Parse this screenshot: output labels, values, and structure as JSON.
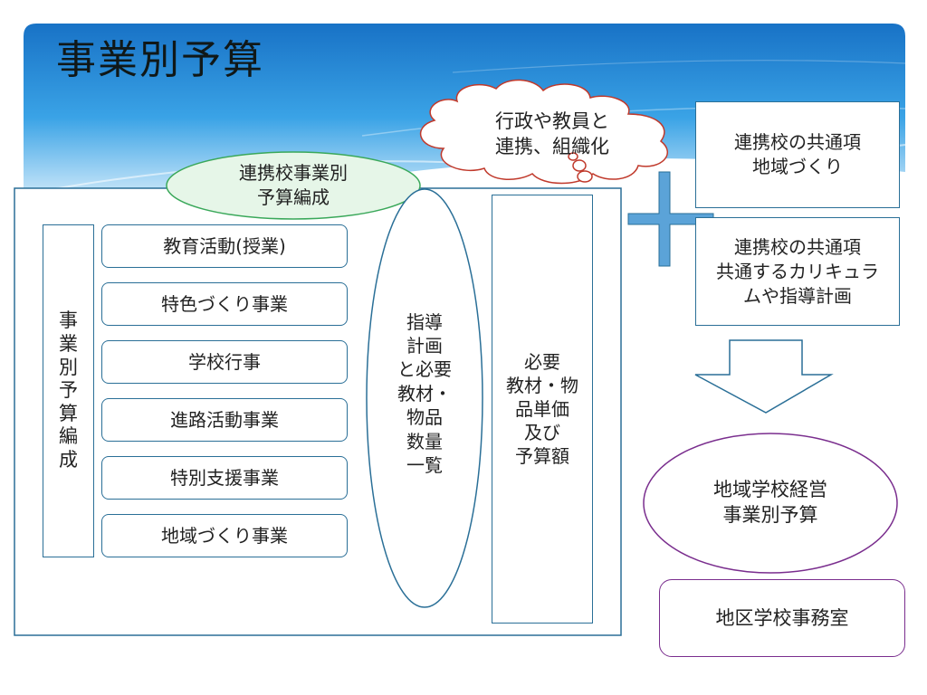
{
  "slide": {
    "title": "事業別予算"
  },
  "cloud_note": "行政や教員と\n連携、組織化",
  "green_oval": "連携校事業別\n予算編成",
  "left_vertical_label": "事業別予算編成",
  "program_items": [
    "教育活動(授業)",
    "特色づくり事業",
    "学校行事",
    "進路活動事業",
    "特別支援事業",
    "地域づくり事業"
  ],
  "center_oval": "指導\n計画\nと必要\n教材・\n物品\n数量\n一覧",
  "price_box": "必要\n教材・物\n品単価\n及び\n予算額",
  "right_boxes": {
    "common_1": "連携校の共通項\n地域づくり",
    "common_2": "連携校の共通項\n共通するカリキュラ\nムや指導計画"
  },
  "result_oval": "地域学校経営\n事業別予算",
  "office_box": "地区学校事務室",
  "colors": {
    "frame_blue": "#2a6f97",
    "green_fill": "#e6f6e8",
    "green_border": "#3aa85a",
    "purple": "#7a2e8e",
    "plus_fill": "#5ba3d8",
    "sky_top": "#1a79c9"
  }
}
